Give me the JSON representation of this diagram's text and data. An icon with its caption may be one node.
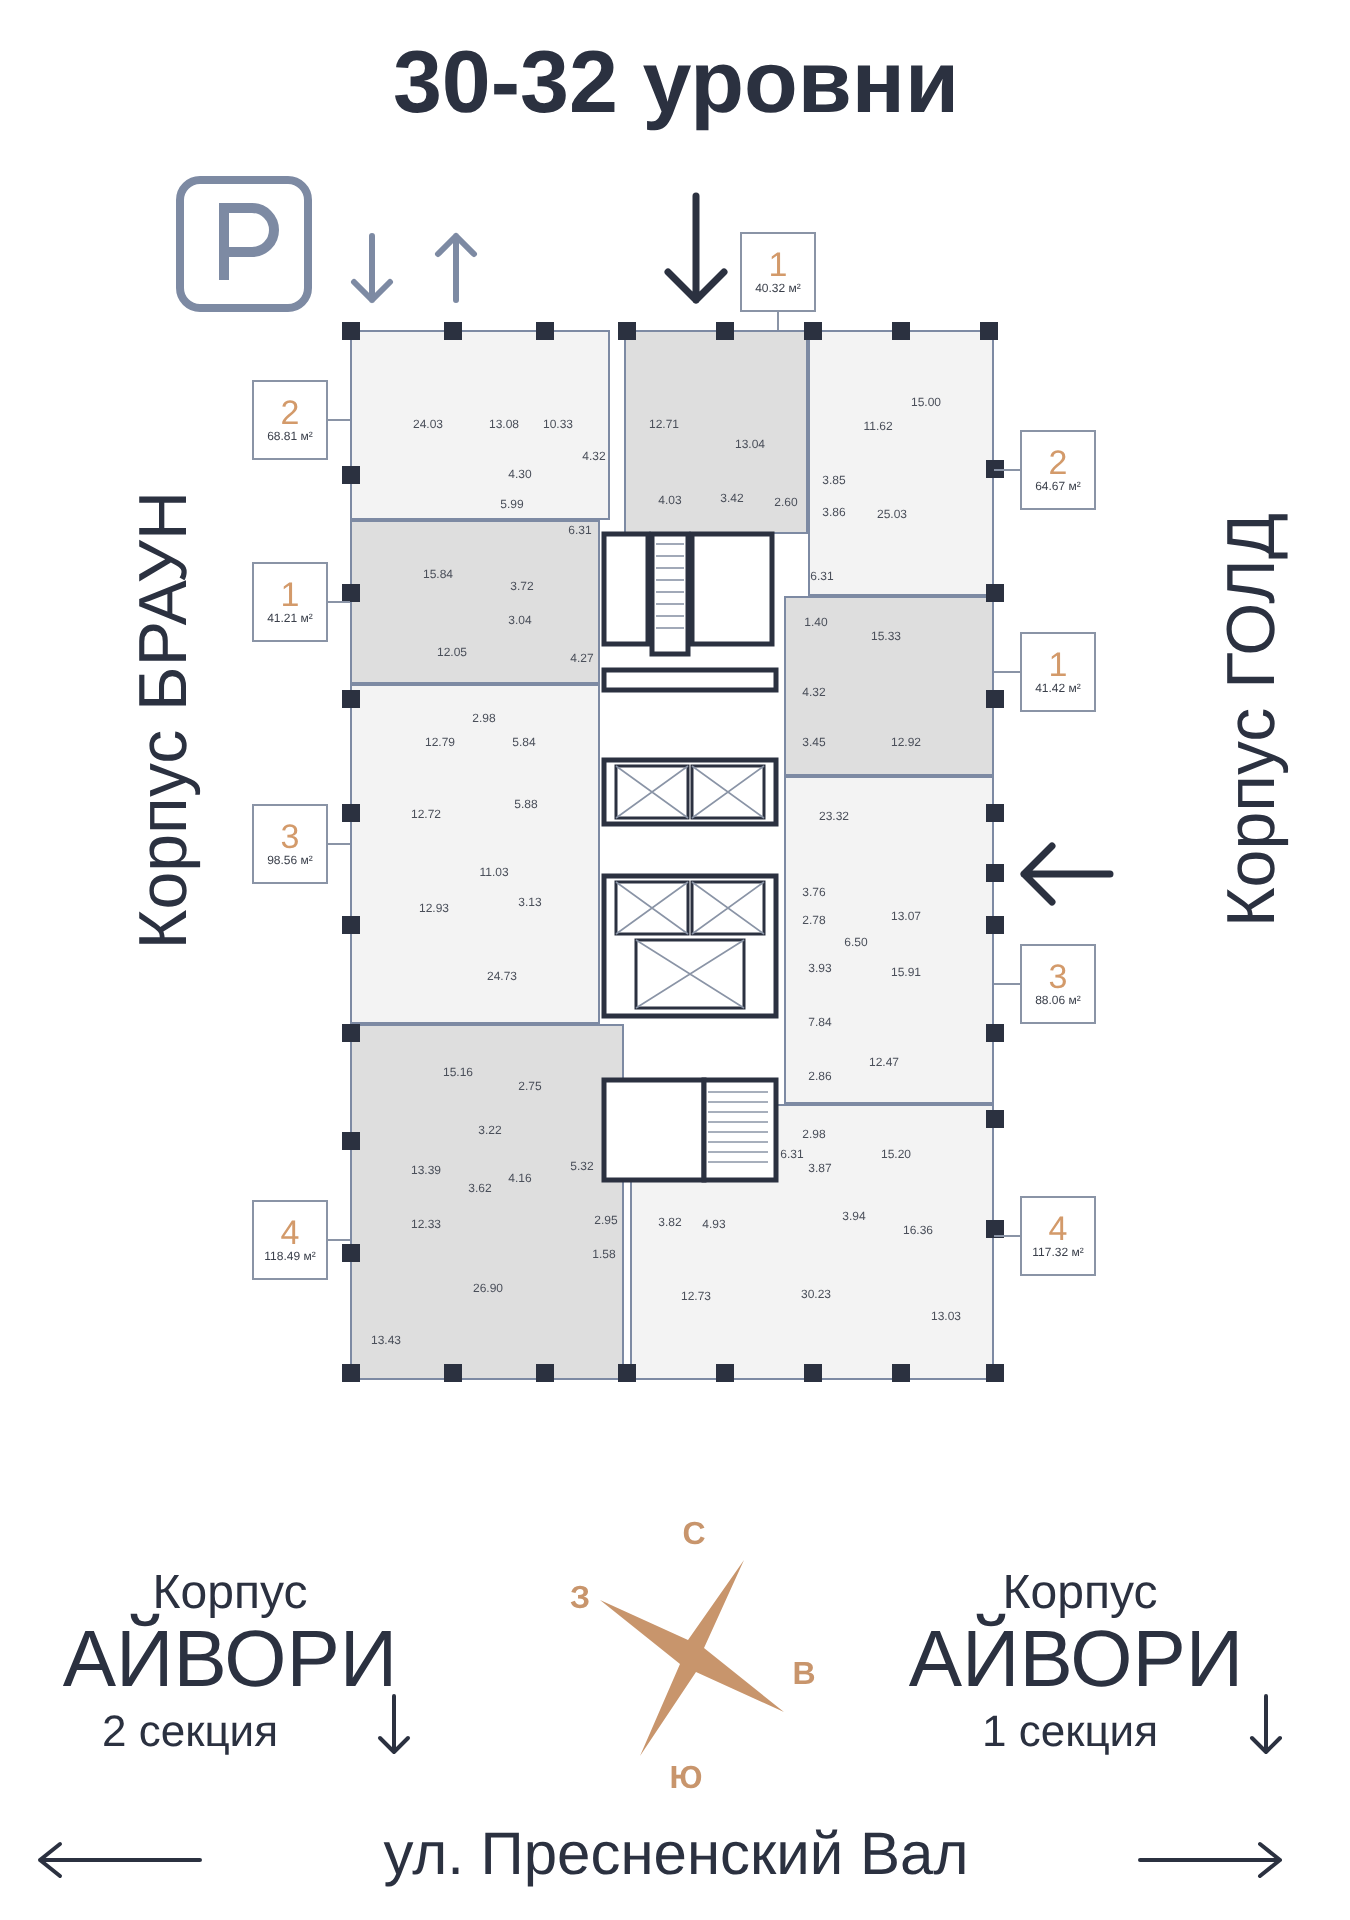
{
  "diagram": {
    "title": "30-32 уровни",
    "nodes": [
      {
        "text": [
          "2",
          "68.81 м²"
        ]
      },
      {
        "text": [
          "1",
          "40.32 м²"
        ]
      },
      {
        "text": [
          "2",
          "64.67 м²"
        ]
      },
      {
        "text": [
          "1",
          "41.21 м²"
        ]
      },
      {
        "text": [
          "1",
          "41.42 м²"
        ]
      },
      {
        "text": [
          "3",
          "98.56 м²"
        ]
      },
      {
        "text": [
          "3",
          "88.06 м²"
        ]
      },
      {
        "text": [
          "4",
          "118.49 м²"
        ]
      },
      {
        "text": [
          "4",
          "117.32 м²"
        ]
      },
      {
        "text": [],
        "shape": "box"
      },
      {
        "text": [],
        "shape": "box"
      },
      {
        "text": [],
        "shape": "box"
      },
      {
        "text": [],
        "shape": "box"
      },
      {
        "text": [],
        "shape": "box"
      },
      {
        "text": [],
        "shape": "box"
      },
      {
        "text": [],
        "shape": "box"
      },
      {
        "text": [],
        "shape": "box"
      },
      {
        "text": [],
        "shape": "box"
      }
    ],
    "edges": [
      {
        "from": 0,
        "to": 9,
        "arrow": "none"
      },
      {
        "from": 1,
        "to": 10,
        "arrow": "none"
      },
      {
        "from": 2,
        "to": 11,
        "arrow": "none"
      },
      {
        "from": 3,
        "to": 12,
        "arrow": "none"
      },
      {
        "from": 4,
        "to": 13,
        "arrow": "none"
      },
      {
        "from": 5,
        "to": 14,
        "arrow": "none"
      },
      {
        "from": 6,
        "to": 15,
        "arrow": "none"
      },
      {
        "from": 7,
        "to": 16,
        "arrow": "none"
      },
      {
        "from": 8,
        "to": 17,
        "arrow": "none"
      }
    ],
    "labels": [
      "Корпус БРАУН",
      "Корпус ГОЛД",
      "24.03",
      "13.08",
      "10.33",
      "4.32",
      "4.30",
      "5.99",
      "6.31",
      "12.71",
      "13.04",
      "4.03",
      "3.42",
      "2.60",
      "15.00",
      "11.62",
      "3.85",
      "3.86",
      "25.03",
      "6.31",
      "1.40",
      "15.33",
      "15.84",
      "3.72",
      "3.04",
      "12.05",
      "4.27",
      "4.32",
      "3.45",
      "12.92",
      "2.98",
      "12.79",
      "5.84",
      "5.88",
      "12.72",
      "11.03",
      "3.13",
      "12.93",
      "24.73",
      "23.32",
      "3.76",
      "13.07",
      "2.78",
      "6.50",
      "3.93",
      "15.91",
      "7.84",
      "12.47",
      "2.86",
      "15.16",
      "2.75",
      "3.22",
      "5.32",
      "13.39",
      "3.62",
      "4.16",
      "12.33",
      "2.95",
      "1.58",
      "26.90",
      "13.43",
      "2.98",
      "6.31",
      "3.87",
      "15.20",
      "3.94",
      "16.36",
      "3.82",
      "4.93",
      "12.73",
      "30.23",
      "13.03",
      "Корпус",
      "АЙВОРИ",
      "2 секция",
      "С",
      "З",
      "В",
      "Ю",
      "Корпус",
      "АЙВОРИ",
      "1 секция",
      "ул. Пресненский Вал"
    ]
  }
}
